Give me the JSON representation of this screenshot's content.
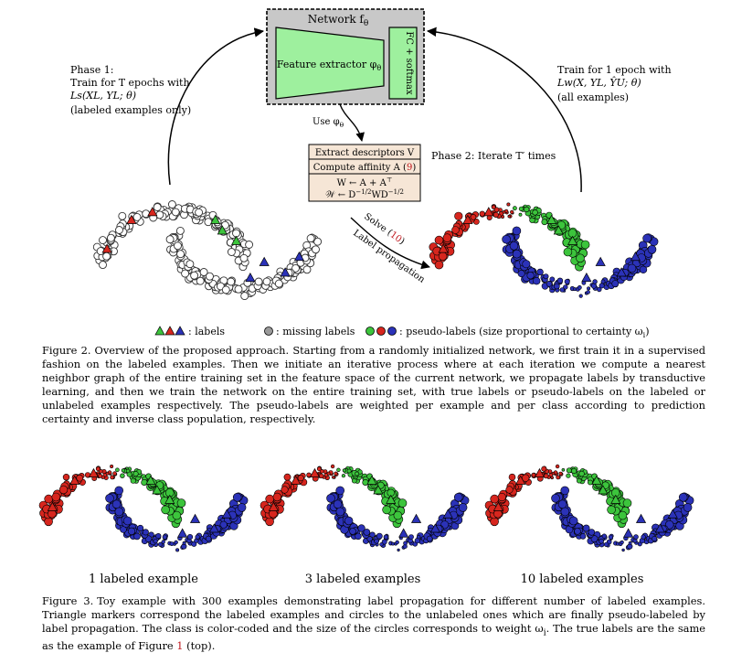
{
  "network": {
    "title": "Network f",
    "title_sub": "θ",
    "feature_extractor": "Feature extractor φ",
    "feature_sub": "θ",
    "fc": "FC + softmax",
    "use": "Use φ",
    "use_sub": "θ"
  },
  "phase1": {
    "line1": "Phase 1:",
    "line2": "Train for T epochs with",
    "line3": "Ls(XL, YL; θ)",
    "line4": "(labeled examples only)"
  },
  "phase_right": {
    "line1": "Train for 1 epoch with",
    "line2": "Lw(X, YL, ŶU; θ)",
    "line3": "(all examples)"
  },
  "phase2": {
    "label": "Phase 2: Iterate T′ times"
  },
  "steps": {
    "s1": "Extract descriptors V",
    "s2a": "Compute affinity A (",
    "s2ref": "9",
    "s2b": ")",
    "s3": "W ← A + A",
    "s3sup": "⊤",
    "s4": "𝒲 ← D",
    "s4sup": "−1/2",
    "s4b": "WD",
    "s4sup2": "−1/2"
  },
  "solve": {
    "a": "Solve (",
    "ref": "10",
    "b": ")",
    "line2": "Label propagation"
  },
  "legend": {
    "labels": ": labels",
    "missing": ": missing labels",
    "pseudo": ": pseudo-labels (size proportional to certainty ω",
    "pseudo_sub": "i",
    "pseudo_end": ")"
  },
  "figure2": {
    "lead": "Figure 2.",
    "text": "Overview of the proposed approach. Starting from a randomly initialized network, we first train it in a supervised fashion on the labeled examples. Then we initiate an iterative process where at each iteration we compute a nearest neighbor graph of the entire training set in the feature space of the current network, we propagate labels by transductive learning, and then we train the network on the entire training set, with true labels or pseudo-labels on the labeled or unlabeled examples respectively. The pseudo-labels are weighted per example and per class according to prediction certainty and inverse class population, respectively."
  },
  "subplots": {
    "a": "1 labeled example",
    "b": "3 labeled examples",
    "c": "10 labeled examples"
  },
  "figure3": {
    "lead": "Figure 3.",
    "text": "Toy example with 300 examples demonstrating label propagation for different number of labeled examples. Triangle markers correspond the labeled examples and circles to the unlabeled ones which are finally pseudo-labeled by label propagation. The class is color-coded and the size of the circles corresponds to weight ω",
    "sub": "i",
    "mid": ". The true labels are the same as the example of Figure ",
    "ref": "1",
    "end": " (top)."
  },
  "colors": {
    "red": "#d7261e",
    "green": "#3cc43c",
    "blue": "#2b32b8",
    "gray": "#9a9a9a",
    "box_fill": "#c8c8c8",
    "green_box": "#9ef09e",
    "step_fill": "#f6e6d6",
    "ref": "#c0181e"
  },
  "icons": {
    "legend_triangles": "triangle-icons",
    "legend_gray": "circle-gray-icon",
    "legend_colored": "circle-colored-icons"
  }
}
